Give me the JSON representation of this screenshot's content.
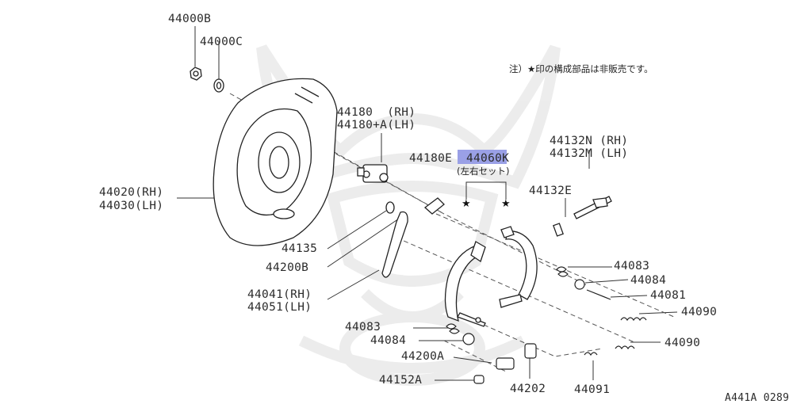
{
  "diagram": {
    "note": "注）★印の構成部品は非販売です。",
    "code": "A441A 0289",
    "watermark_alt": "samurai helmet watermark",
    "labels": {
      "p44000B": "44000B",
      "p44000C": "44000C",
      "p44180_rh": "44180  (RH)",
      "p44180_lh": "44180+A(LH)",
      "p44132N": "44132N (RH)",
      "p44132M": "44132M (LH)",
      "p44180E": "44180E",
      "p44060K": "44060K",
      "p44060K_sub": "(左右セット)",
      "p44132E": "44132E",
      "p44020": "44020(RH)",
      "p44030": "44030(LH)",
      "p44135": "44135",
      "p44200B": "44200B",
      "p44041": "44041(RH)",
      "p44051": "44051(LH)",
      "p44083_a": "44083",
      "p44084_a": "44084",
      "p44081": "44081",
      "p44090_a": "44090",
      "p44083_b": "44083",
      "p44084_b": "44084",
      "p44090_b": "44090",
      "p44200A": "44200A",
      "p44152A": "44152A",
      "p44202": "44202",
      "p44091": "44091"
    },
    "star_symbol": "★",
    "highlight_color": "#9aa0e6"
  }
}
